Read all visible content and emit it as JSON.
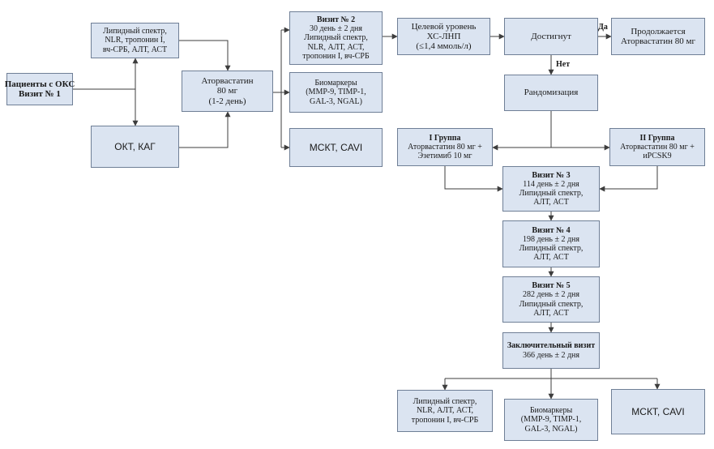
{
  "nodes": {
    "patients": [
      "Пациенты с ОКС",
      "Визит № 1"
    ],
    "lipid1": [
      "Липидный спектр,",
      "NLR, тропонин I,",
      "вч-СРБ, АЛТ, АСТ"
    ],
    "okt1": [
      "ОКТ, КАГ"
    ],
    "atorva": [
      "Аторвастатин",
      "80 мг",
      "(1-2 день)"
    ],
    "visit2": [
      "Визит № 2",
      "30 день ± 2 дня",
      "Липидный спектр,",
      "NLR, АЛТ, АСТ,",
      "тропонин I, вч-СРБ"
    ],
    "biomarkers1": [
      "Биомаркеры",
      "(MMP-9, TIMP-1,",
      "GAL-3, NGAL)"
    ],
    "msct1": [
      "МСКТ, CAVI"
    ],
    "target": [
      "Целевой уровень",
      "ХС-ЛНП",
      "(≤1,4 ммоль/л)"
    ],
    "achieved": [
      "Достигнут"
    ],
    "continues": [
      "Продолжается",
      "Аторвастатин 80 мг"
    ],
    "random": [
      "Рандомизация"
    ],
    "group1": [
      "I Группа",
      "Аторвастатин 80 мг +",
      "Эзетимиб 10 мг"
    ],
    "group2": [
      "II Группа",
      "Аторвастатин 80 мг +",
      "иPCSK9"
    ],
    "visit3": [
      "Визит № 3",
      "114 день ± 2 дня",
      "Липидный спектр,",
      "АЛТ, АСТ"
    ],
    "visit4": [
      "Визит № 4",
      "198 день ± 2 дня",
      "Липидный спектр,",
      "АЛТ, АСТ"
    ],
    "visit5": [
      "Визит № 5",
      "282 день ± 2 дня",
      "Липидный спектр,",
      "АЛТ, АСТ"
    ],
    "final": [
      "Заключительный визит",
      "366 день ± 2 дня"
    ],
    "lipid2": [
      "Липидный спектр,",
      "NLR, АЛТ, АСТ,",
      "тропонин I, вч-СРБ"
    ],
    "biomarkers2": [
      "Биомаркеры",
      "(MMP-9, TIMP-1,",
      "GAL-3, NGAL)"
    ],
    "msct2": [
      "МСКТ, CAVI"
    ]
  },
  "edge_labels": {
    "yes": "Да",
    "no": "Нет"
  },
  "colors": {
    "box_fill": "#dbe4f1",
    "box_border": "#6f7f96",
    "line": "#3d3d3d"
  }
}
